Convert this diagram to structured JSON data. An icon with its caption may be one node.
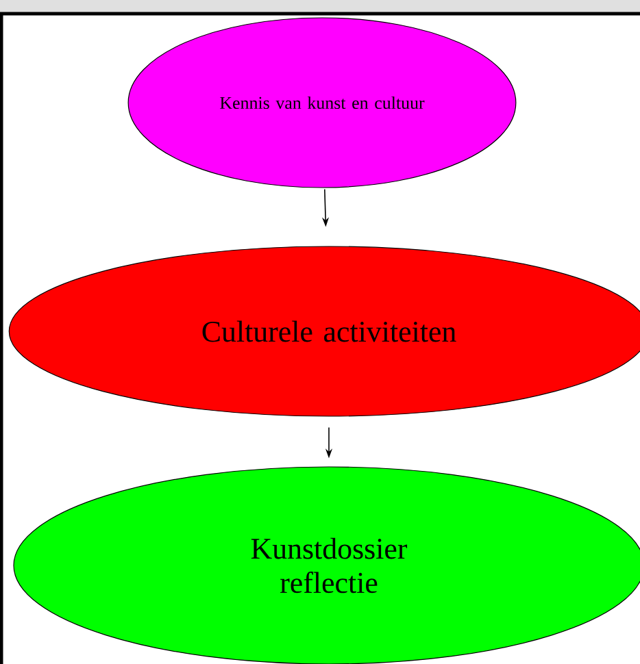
{
  "diagram": {
    "nodes": [
      {
        "text": [
          "Kennis van kunst en cultuur"
        ]
      },
      {
        "text": [
          "Culturele activiteiten"
        ]
      },
      {
        "text": [
          "Kunstdossier reflectie"
        ]
      }
    ],
    "edges": [
      {
        "from": 0,
        "to": 1,
        "arrow": "to"
      },
      {
        "from": 1,
        "to": 2,
        "arrow": "to"
      }
    ]
  }
}
